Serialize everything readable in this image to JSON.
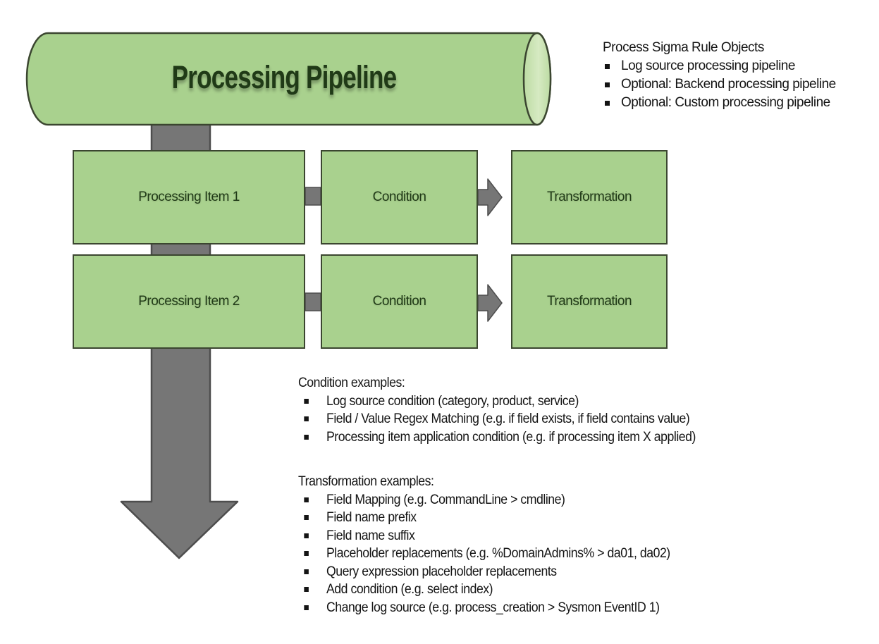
{
  "title": "Processing Pipeline",
  "colors": {
    "green_fill": "#a9d18e",
    "green_cap": "#bcdba3",
    "green_cap_light": "#d6eac2",
    "outline_dark": "#3b4630",
    "gray_fill": "#767676",
    "gray_stroke": "#4d4d4d",
    "text_green": "#203a17",
    "text_black": "#141414",
    "bg": "#ffffff"
  },
  "cylinder": {
    "label": "Processing Pipeline"
  },
  "side_note": {
    "title": "Process Sigma Rule Objects",
    "bullets": [
      "Log source processing pipeline",
      "Optional: Backend processing pipeline",
      "Optional: Custom processing pipeline"
    ]
  },
  "rows": [
    {
      "item_label": "Processing Item 1",
      "condition_label": "Condition",
      "transformation_label": "Transformation"
    },
    {
      "item_label": "Processing Item 2",
      "condition_label": "Condition",
      "transformation_label": "Transformation"
    }
  ],
  "condition_examples": {
    "title": "Condition examples:",
    "bullets": [
      "Log source condition (category, product, service)",
      "Field / Value Regex Matching (e.g. if field exists, if field contains value)",
      "Processing item application condition (e.g. if processing item X applied)"
    ]
  },
  "transformation_examples": {
    "title": "Transformation examples:",
    "bullets": [
      "Field Mapping (e.g. CommandLine > cmdline)",
      "Field name prefix",
      "Field name suffix",
      "Placeholder replacements (e.g. %DomainAdmins% > da01, da02)",
      "Query expression placeholder replacements",
      "Add condition (e.g. select index)",
      "Change log source (e.g. process_creation > Sysmon EventID 1)"
    ]
  }
}
